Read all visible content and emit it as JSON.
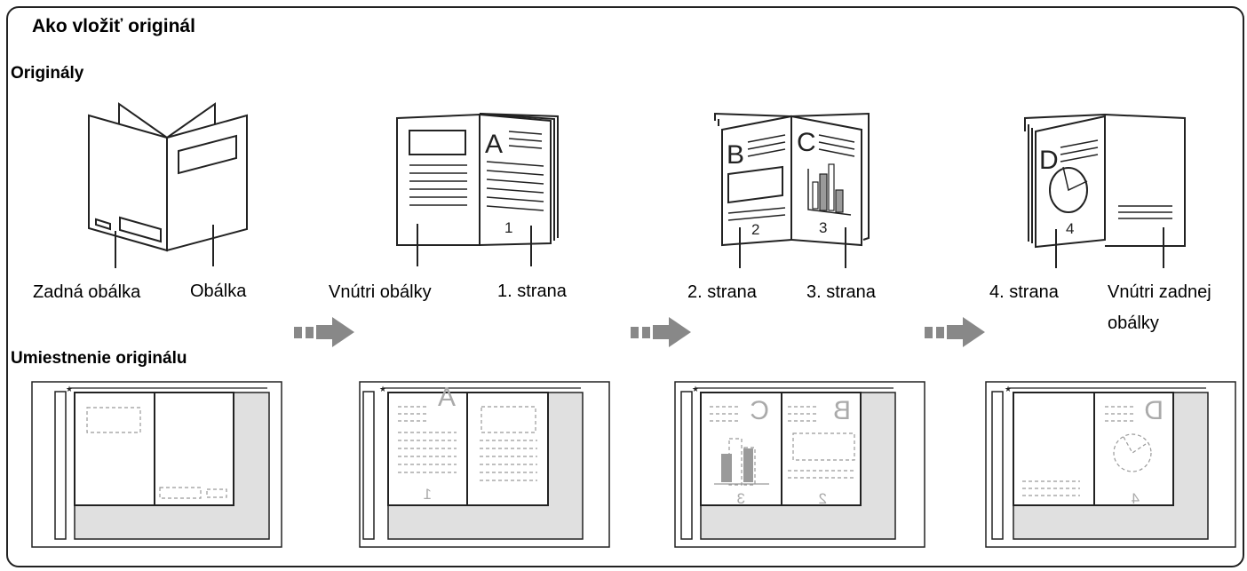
{
  "title": "Ako vložiť originál",
  "section_originals": "Originály",
  "section_placement": "Umiestnenie originálu",
  "labels": {
    "back_cover": "Zadná obálka",
    "cover": "Obálka",
    "inside_cover": "Vnútri obálky",
    "page1": "1. strana",
    "page2": "2. strana",
    "page3": "3. strana",
    "page4": "4. strana",
    "inside_back_line1": "Vnútri zadnej",
    "inside_back_line2": "obálky"
  },
  "page_letters": {
    "a": "A",
    "b": "B",
    "c": "C",
    "d": "D"
  },
  "page_numbers": {
    "n1": "1",
    "n2": "2",
    "n3": "3",
    "n4": "4"
  },
  "colors": {
    "border": "#222222",
    "arrow": "#888888",
    "glass": "#e0e0e0",
    "dashed": "#999999",
    "bar": "#9a9a9a"
  },
  "icons": [
    "right-arrow-icon"
  ]
}
